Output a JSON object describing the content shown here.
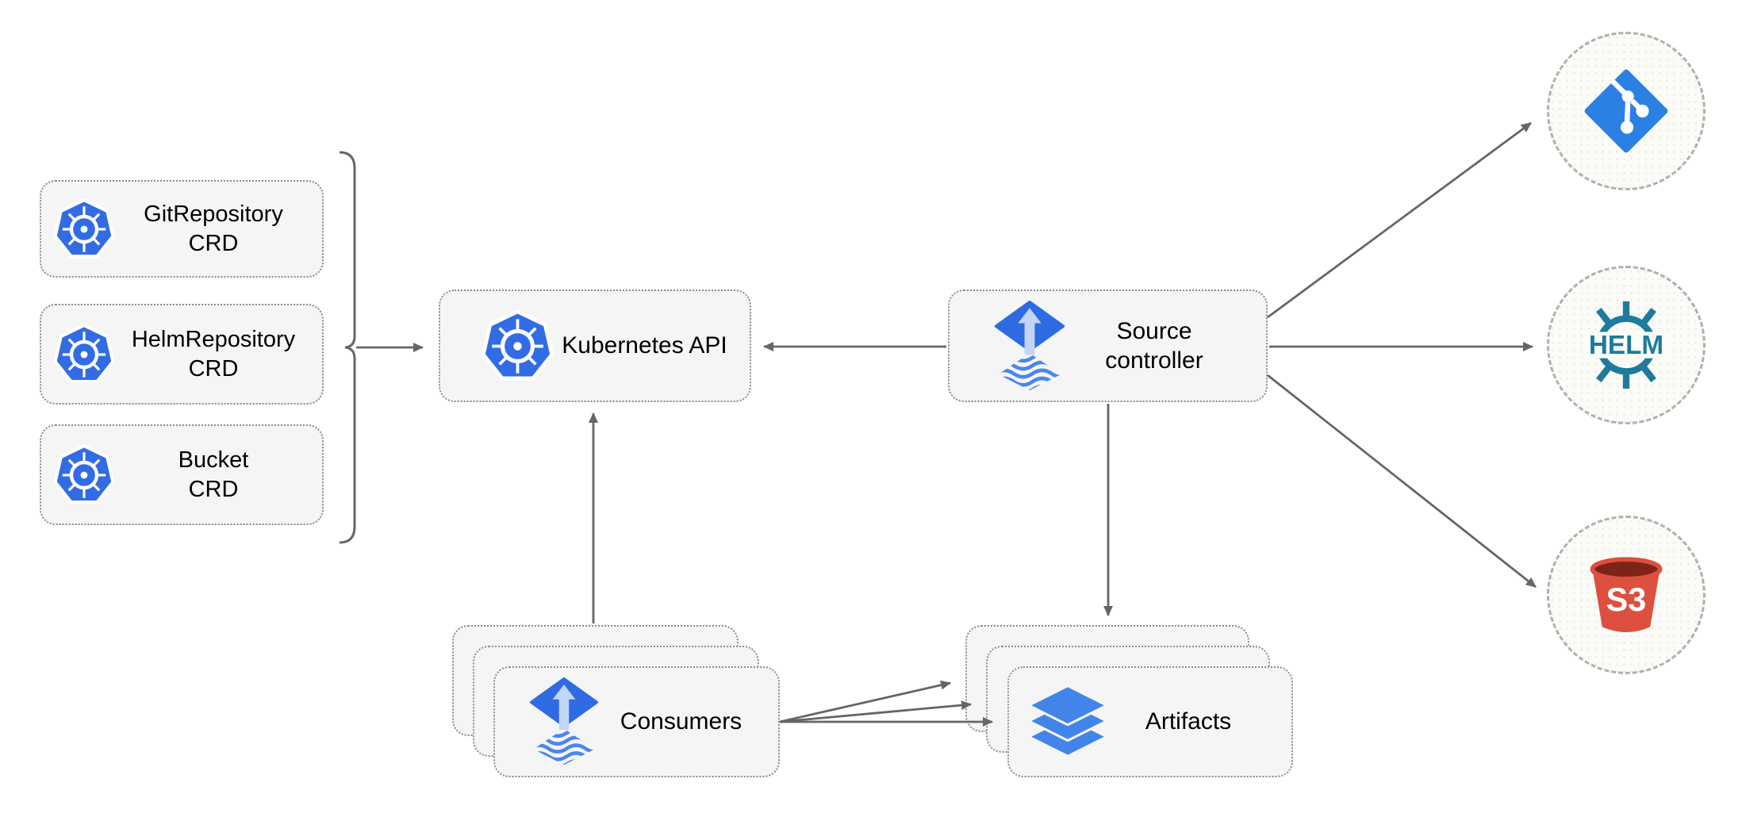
{
  "nodes": {
    "crd_boxes": [
      {
        "icon": "kubernetes-icon",
        "line1": "GitRepository",
        "line2": "CRD"
      },
      {
        "icon": "kubernetes-icon",
        "line1": "HelmRepository",
        "line2": "CRD"
      },
      {
        "icon": "kubernetes-icon",
        "line1": "Bucket",
        "line2": "CRD"
      }
    ],
    "kubernetes_api": {
      "icon": "kubernetes-icon",
      "label": "Kubernetes API"
    },
    "source_controller": {
      "icon": "flux-icon",
      "line1": "Source",
      "line2": "controller"
    },
    "consumers": {
      "icon": "flux-icon",
      "label": "Consumers",
      "stack_count": 3
    },
    "artifacts": {
      "icon": "layers-icon",
      "label": "Artifacts",
      "stack_count": 3
    }
  },
  "endpoints": {
    "git": {
      "icon": "git-icon"
    },
    "helm": {
      "icon": "helm-icon",
      "label": "HELM"
    },
    "s3": {
      "icon": "s3-bucket-icon",
      "label": "S3"
    }
  },
  "edges": [
    {
      "from": "crd-group-bracket",
      "to": "kubernetes-api"
    },
    {
      "from": "source-controller",
      "to": "kubernetes-api"
    },
    {
      "from": "consumers",
      "to": "kubernetes-api"
    },
    {
      "from": "source-controller",
      "to": "artifacts"
    },
    {
      "from": "source-controller",
      "to": "git-endpoint"
    },
    {
      "from": "source-controller",
      "to": "helm-endpoint"
    },
    {
      "from": "source-controller",
      "to": "s3-endpoint"
    },
    {
      "from": "consumers",
      "to": "artifacts-back"
    },
    {
      "from": "consumers",
      "to": "artifacts-middle"
    },
    {
      "from": "consumers",
      "to": "artifacts-front"
    }
  ],
  "colors": {
    "kubernetes_blue": "#326ce5",
    "flux_blue": "#2e6be2",
    "flux_arrow_light": "#c3d4f7",
    "flux_wave_blue": "#4a86ec",
    "git_blue": "#2b80e4",
    "layers_blue": "#4285e8",
    "helm_teal": "#1e7b9c",
    "s3_red": "#dd4f3e",
    "s3_dark": "#7d2418",
    "arrow_gray": "#666666",
    "box_fill": "#f5f5f5",
    "box_border": "#8c8c8c",
    "circle_border": "#b0b0b0"
  }
}
